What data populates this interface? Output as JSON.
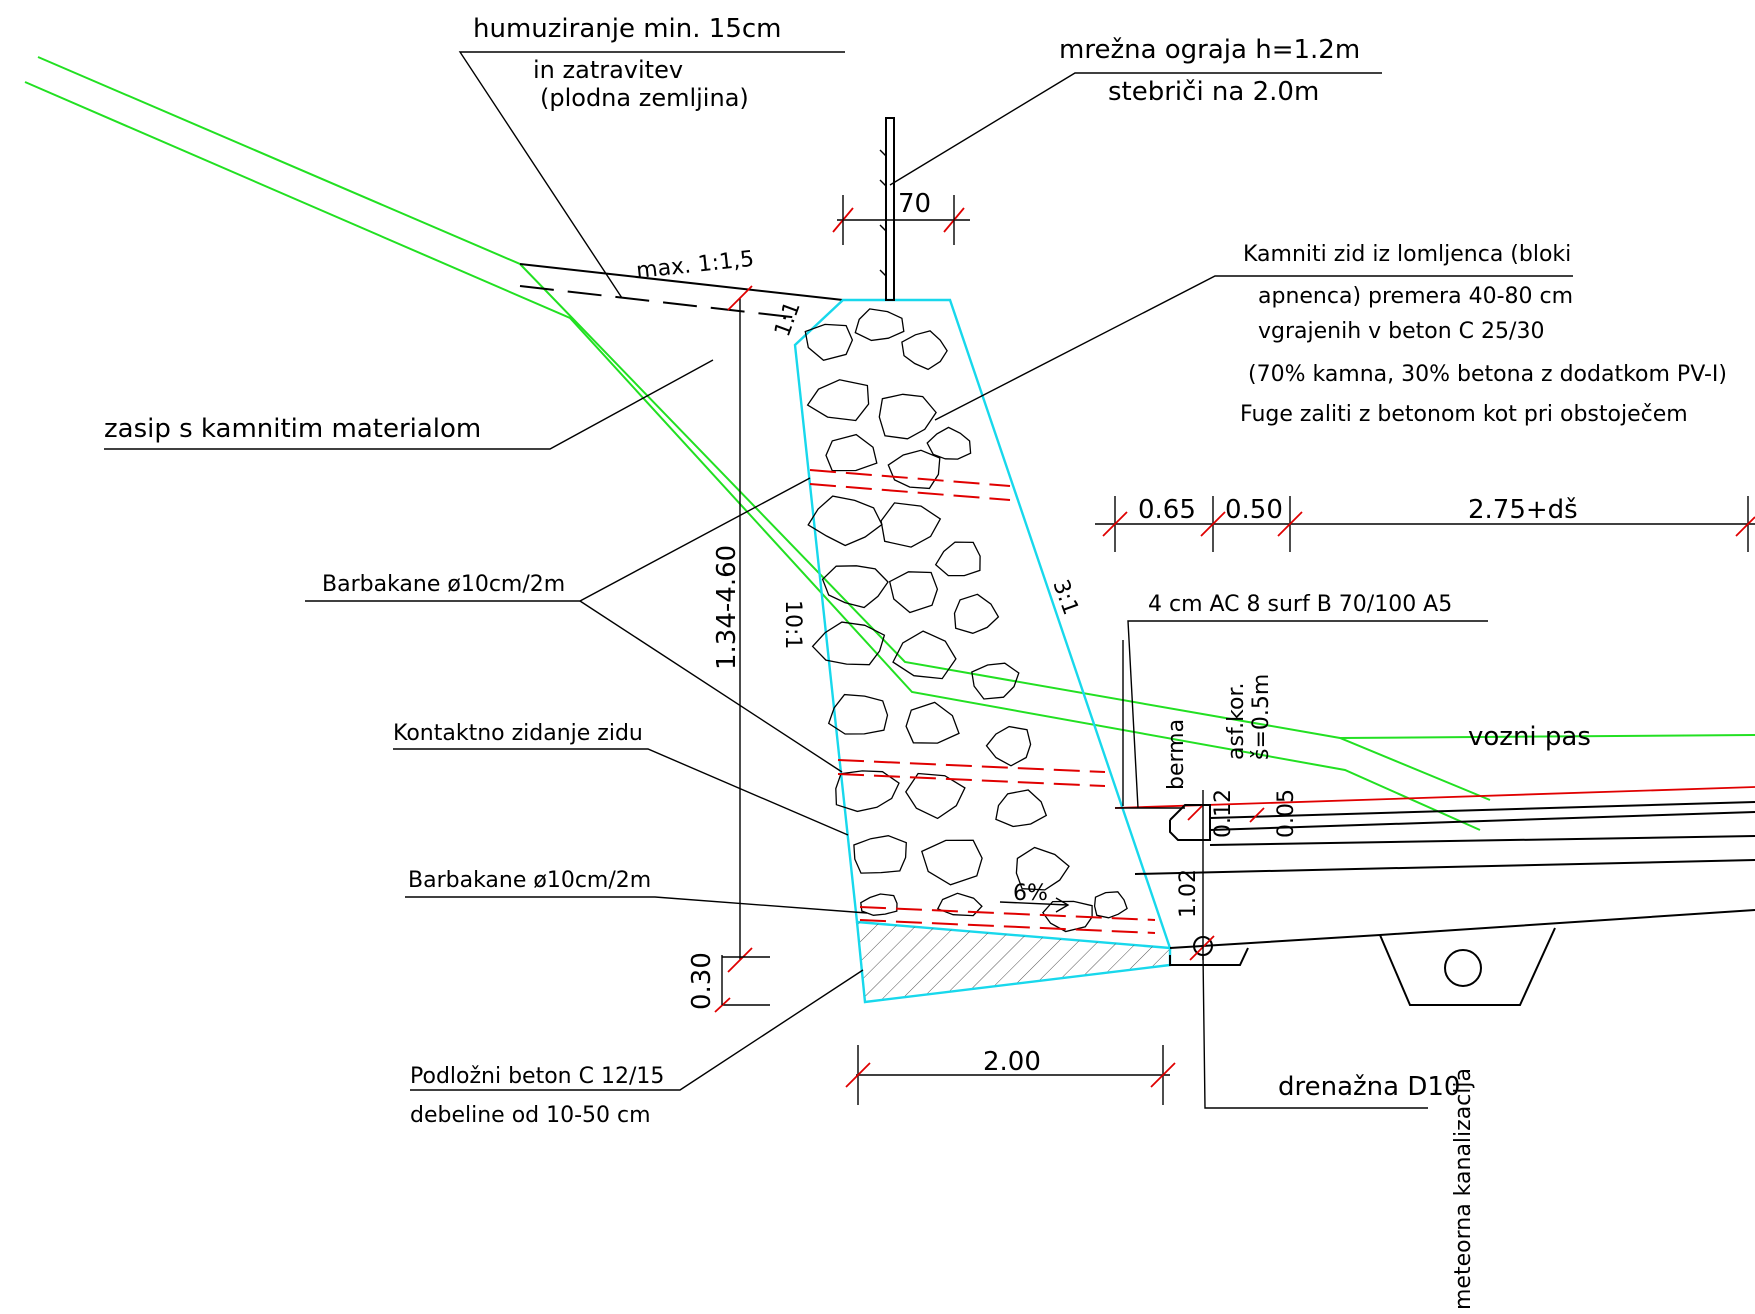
{
  "labels": {
    "humus_1": "humuziranje min. 15cm",
    "humus_2": "in zatravitev",
    "humus_3": "(plodna zemljina)",
    "fence_1": "mrežna ograja h=1.2m",
    "fence_2": "stebriči na 2.0m",
    "wall_1": "Kamniti zid iz lomljenca (bloki",
    "wall_2": "apnenca) premera 40-80 cm",
    "wall_3": "vgrajenih v beton C 25/30",
    "wall_4": "(70% kamna, 30% betona z dodatkom PV-I)",
    "wall_5": "Fuge zaliti z betonom kot pri obstoječem",
    "backfill": "zasip s kamnitim materialom",
    "weep_1": "Barbakane ø10cm/2m",
    "weep_2": "Barbakane ø10cm/2m",
    "contact": "Kontaktno zidanje zidu",
    "base_1": "Podložni beton C 12/15",
    "base_2": "debeline od 10-50 cm",
    "asphalt": "4 cm AC 8 surf B 70/100 A5",
    "lane": "vozni pas",
    "berm": "berma",
    "asf_1": "asf.kor.",
    "asf_2": "š=0.5m",
    "drain": "drenažna D10",
    "sewer": "meteorna kanalizacija",
    "slope_max": "max. 1:1,5",
    "slope_11": "1:1",
    "batter_front": "10:1",
    "batter_back": "3:1",
    "cross_fall": "6%"
  },
  "dimensions": {
    "post": "70",
    "height": "1.34-4.60",
    "footing": "0.30",
    "width": "2.00",
    "d065": "0.65",
    "d050": "0.50",
    "d275": "2.75+dš",
    "d012": "0.12",
    "d005": "0.05",
    "d102": "1.02"
  },
  "colors": {
    "wall_outline": "#18d8ec",
    "terrain": "#22e022",
    "dimension_ticks": "#e00000",
    "weep_holes": "#e00000"
  }
}
